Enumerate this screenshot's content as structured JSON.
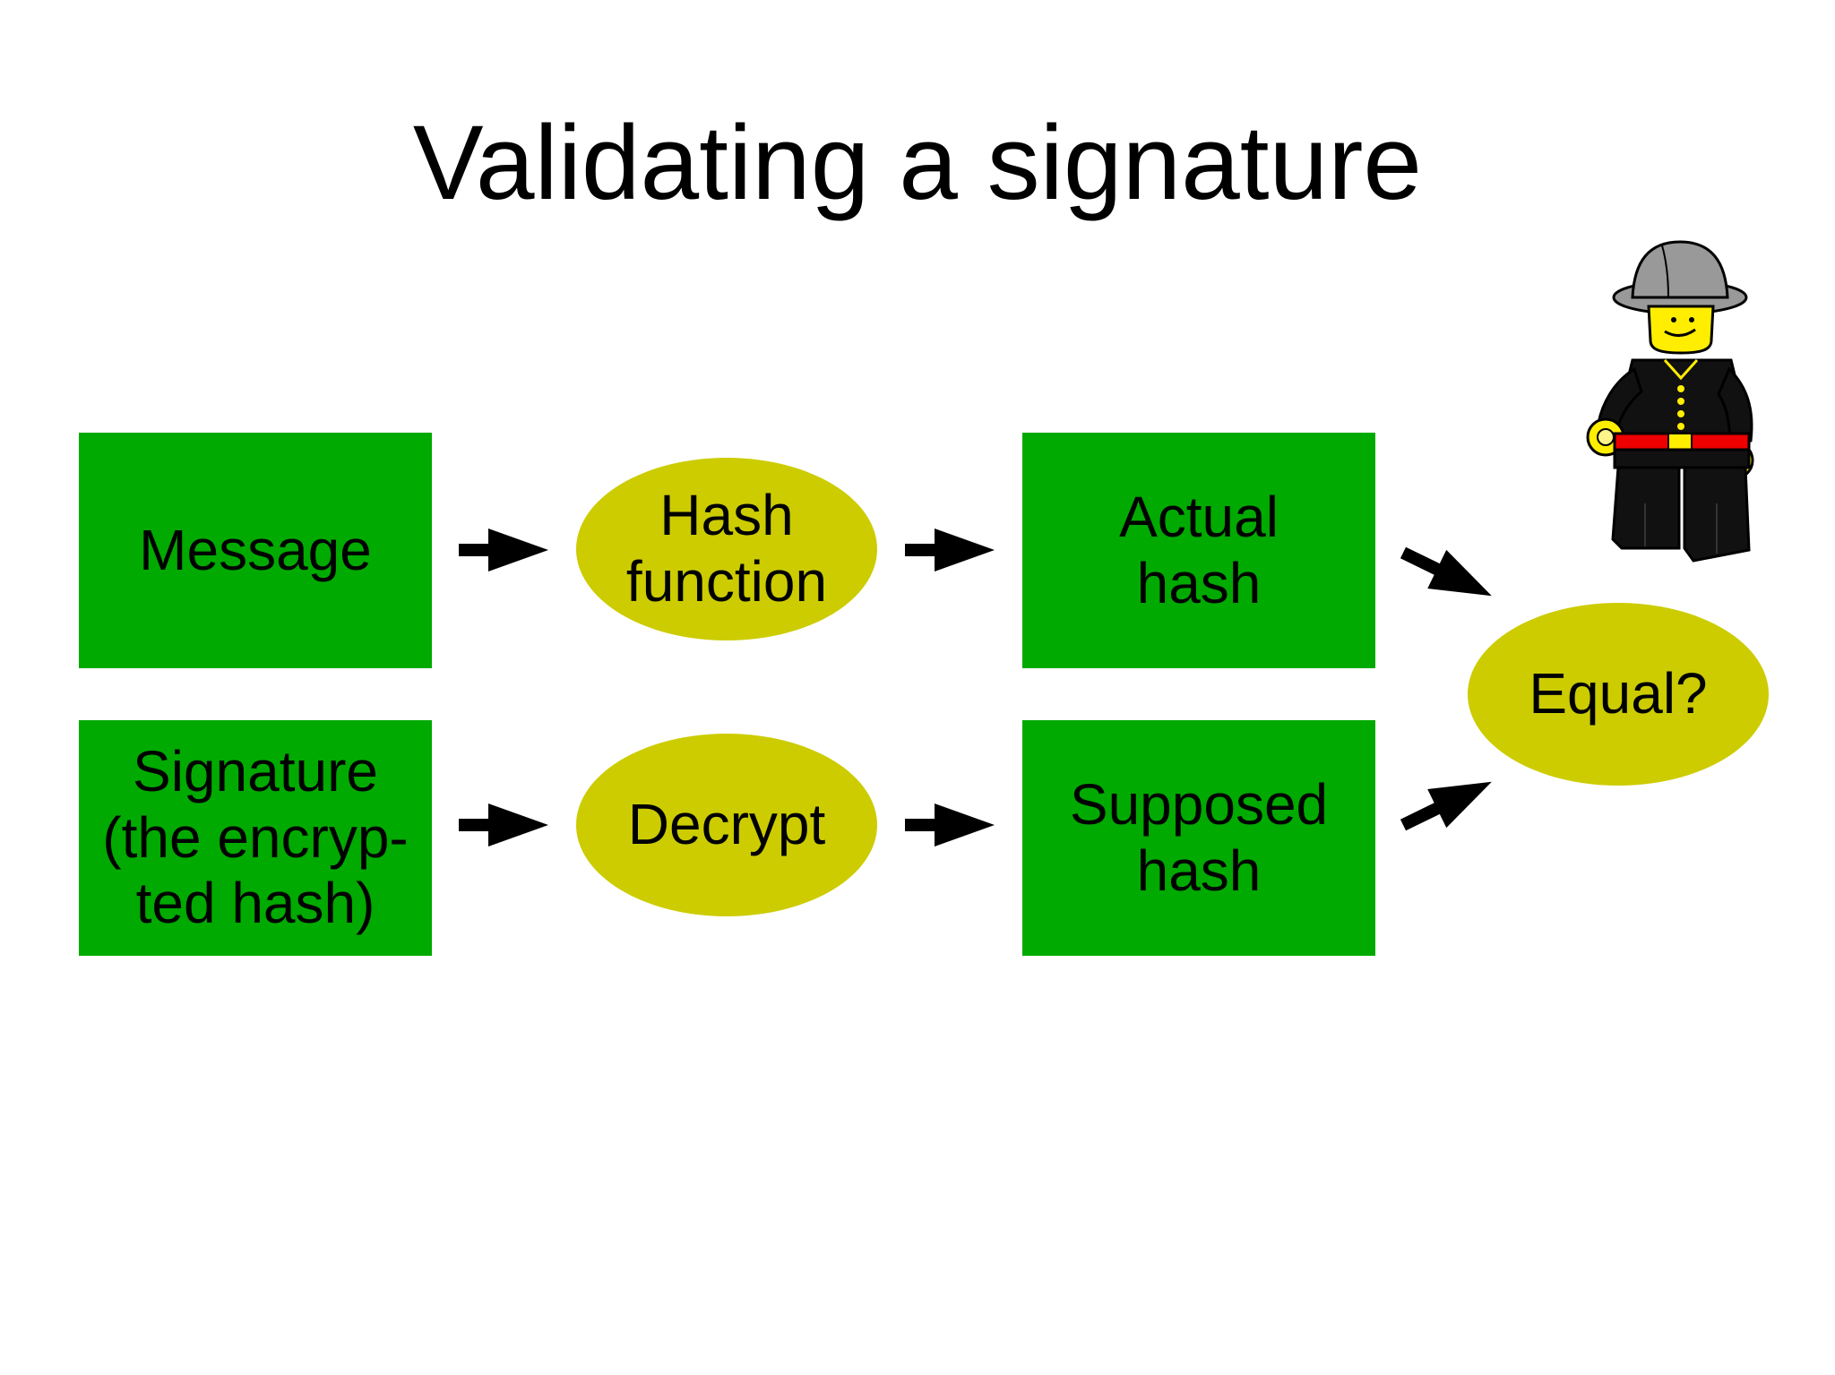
{
  "slide": {
    "title": "Validating a signature"
  },
  "diagram": {
    "nodes": {
      "message": "Message",
      "signature": "Signature\n(the encryp-\nted hash)",
      "hash_function": "Hash\nfunction",
      "decrypt": "Decrypt",
      "actual_hash": "Actual\nhash",
      "supposed_hash": "Supposed\nhash",
      "equal": "Equal?"
    },
    "colors": {
      "rect_fill": "#00aa00",
      "oval_fill": "#cccc00",
      "arrow": "#000000"
    },
    "edges": [
      [
        "message",
        "hash_function"
      ],
      [
        "hash_function",
        "actual_hash"
      ],
      [
        "signature",
        "decrypt"
      ],
      [
        "decrypt",
        "supposed_hash"
      ],
      [
        "actual_hash",
        "equal"
      ],
      [
        "supposed_hash",
        "equal"
      ]
    ],
    "illustration": "lego-firefighter-minifigure-icon"
  }
}
